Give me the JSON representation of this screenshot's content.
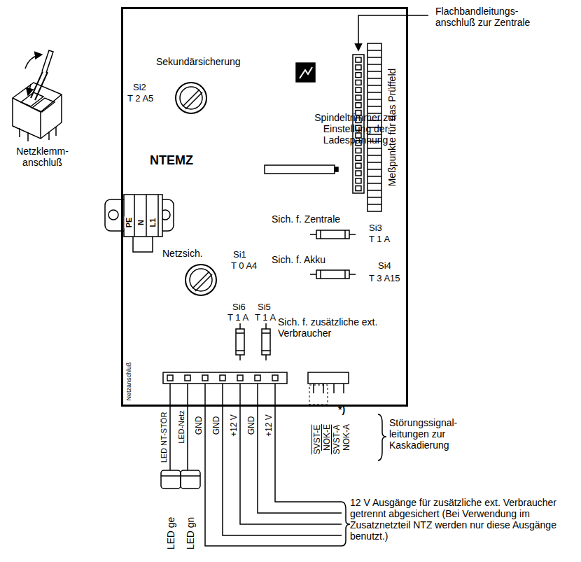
{
  "diagram": {
    "nodes": [
      {
        "text": [
          "NTEMZ"
        ]
      }
    ],
    "labels": [
      "Flachbandleitungs- anschluß zur Zentrale",
      "Meßpunkte für das Prüffeld",
      "Sekundärsicherung",
      "Si2",
      "T 2 A5",
      "Spindeltrimmer zur Einstellung der Ladespannung",
      "Netzsich.",
      "Si1",
      "T 0 A4",
      "Sich. f. Zentrale",
      "Si3",
      "T 1 A",
      "Sich. f. Akku",
      "Si4",
      "T 3 A15",
      "Si6",
      "T 1 A",
      "Si5",
      "T 1 A",
      "Sich. f. zusätzliche ext. Verbraucher",
      "PE",
      "N",
      "L1",
      "Netzanschluß",
      "Netzklemm- anschluß",
      "LED NT-STÖR",
      "LED-Netz",
      "GND",
      "GND",
      "+12 V",
      "GND",
      "+12 V",
      "LED ge",
      "LED gn",
      "*)",
      "SVST-E",
      "NOK-E",
      "SVST-A",
      "NOK-A",
      "Störungssignal- leitungen zur Kaskadierung",
      "12 V Ausgänge für zusätzliche ext. Verbraucher getrennt abgesichert (Bei Verwendung im Zusatznetzteil NTZ werden nur diese Ausgänge benutzt.)"
    ]
  }
}
